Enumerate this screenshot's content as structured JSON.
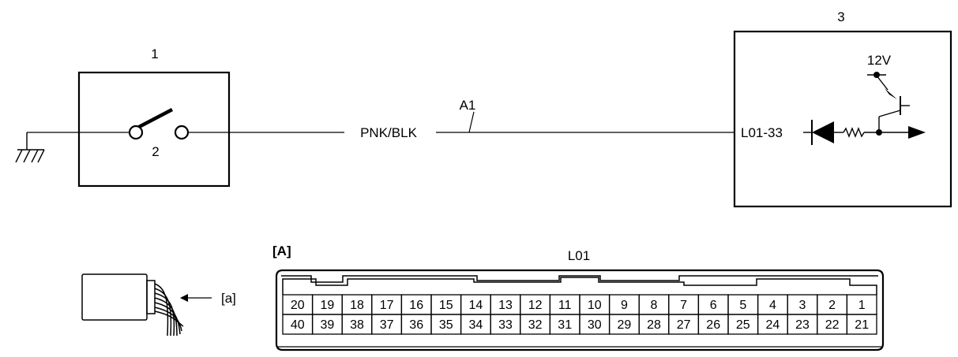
{
  "components": {
    "switch_box_label": "1",
    "switch_label": "2",
    "ecu_box_label": "3"
  },
  "wire": {
    "id": "A1",
    "color": "PNK/BLK"
  },
  "ecu": {
    "supply": "12V",
    "pin_label": "L01-33"
  },
  "connector_view": {
    "view_label": "[A]",
    "connector_name": "L01",
    "harness_label": "[a]",
    "top_row": [
      "20",
      "19",
      "18",
      "17",
      "16",
      "15",
      "14",
      "13",
      "12",
      "11",
      "10",
      "9",
      "8",
      "7",
      "6",
      "5",
      "4",
      "3",
      "2",
      "1"
    ],
    "bottom_row": [
      "40",
      "39",
      "38",
      "37",
      "36",
      "35",
      "34",
      "33",
      "32",
      "31",
      "30",
      "29",
      "28",
      "27",
      "26",
      "25",
      "24",
      "23",
      "22",
      "21"
    ]
  }
}
